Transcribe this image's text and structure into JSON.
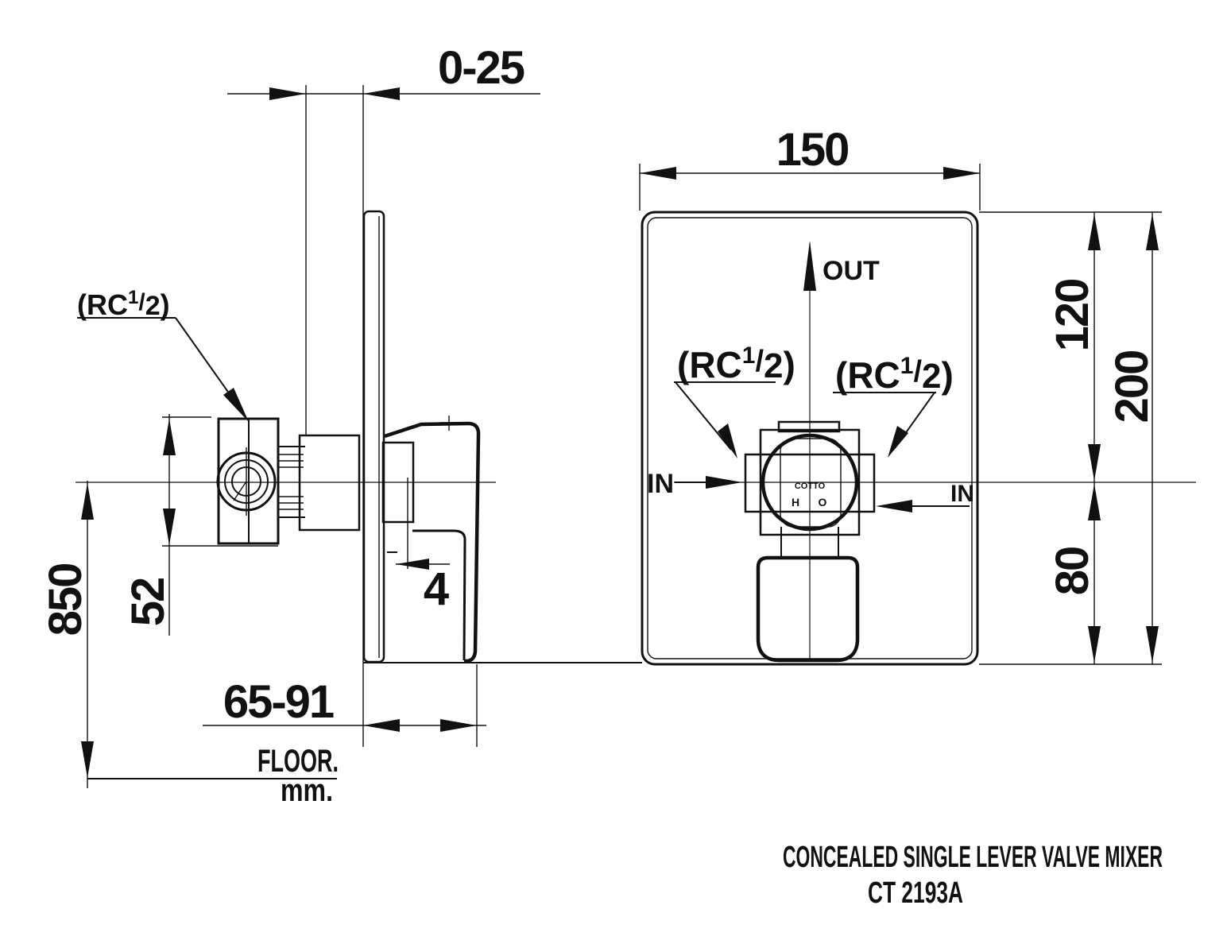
{
  "page": {
    "background": "#ffffff",
    "ink": "#111111"
  },
  "title_block": {
    "line1": "CONCEALED SINGLE LEVER VALVE MIXER",
    "line2": "CT 2193A"
  },
  "side_view": {
    "dim_wall_range": "0-25",
    "dim_mount_height": "850",
    "dim_valve_body": "52",
    "dim_reach": "65-91",
    "dim_plate_offset": "4",
    "floor_label": "FLOOR.",
    "floor_unit": "mm.",
    "rc_label": {
      "prefix": "(RC",
      "numerator": "1",
      "slash": "/",
      "denominator": "2",
      "suffix": ")"
    }
  },
  "front_view": {
    "dim_width": "150",
    "dim_center_to_top": "120",
    "dim_total_height": "200",
    "dim_center_to_bottom": "80",
    "out_label": "OUT",
    "in_label_left": "IN",
    "in_label_right": "IN",
    "brand": "COTTO",
    "marker_hot": "H",
    "marker_cold": "O",
    "rc_label_left": {
      "prefix": "(RC",
      "numerator": "1",
      "slash": "/",
      "denominator": "2",
      "suffix": ")"
    },
    "rc_label_right": {
      "prefix": "(RC",
      "numerator": "1",
      "slash": "/",
      "denominator": "2",
      "suffix": ")"
    }
  }
}
